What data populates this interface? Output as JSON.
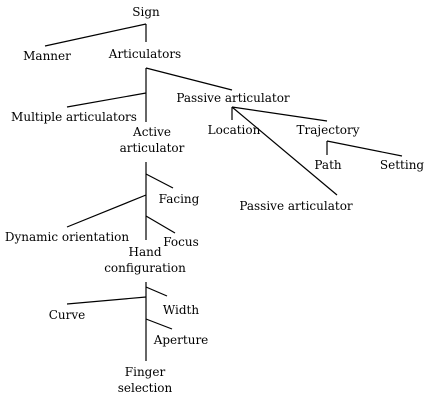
{
  "tree": {
    "sign": "Sign",
    "manner": "Manner",
    "articulators": "Articulators",
    "multiple_articulators": "Multiple articulators",
    "passive_articulator": "Passive articulator",
    "active_articulator_1": "Active",
    "active_articulator_2": "articulator",
    "location": "Location",
    "trajectory": "Trajectory",
    "path": "Path",
    "setting": "Setting",
    "passive_articulator_location": "Passive articulator",
    "facing": "Facing",
    "dynamic_orientation": "Dynamic orientation",
    "focus": "Focus",
    "hand_configuration_1": "Hand",
    "hand_configuration_2": "configuration",
    "curve": "Curve",
    "width": "Width",
    "aperture": "Aperture",
    "finger_selection_1": "Finger",
    "finger_selection_2": "selection"
  },
  "colors": {
    "ink": "#000000",
    "background": "#ffffff"
  }
}
